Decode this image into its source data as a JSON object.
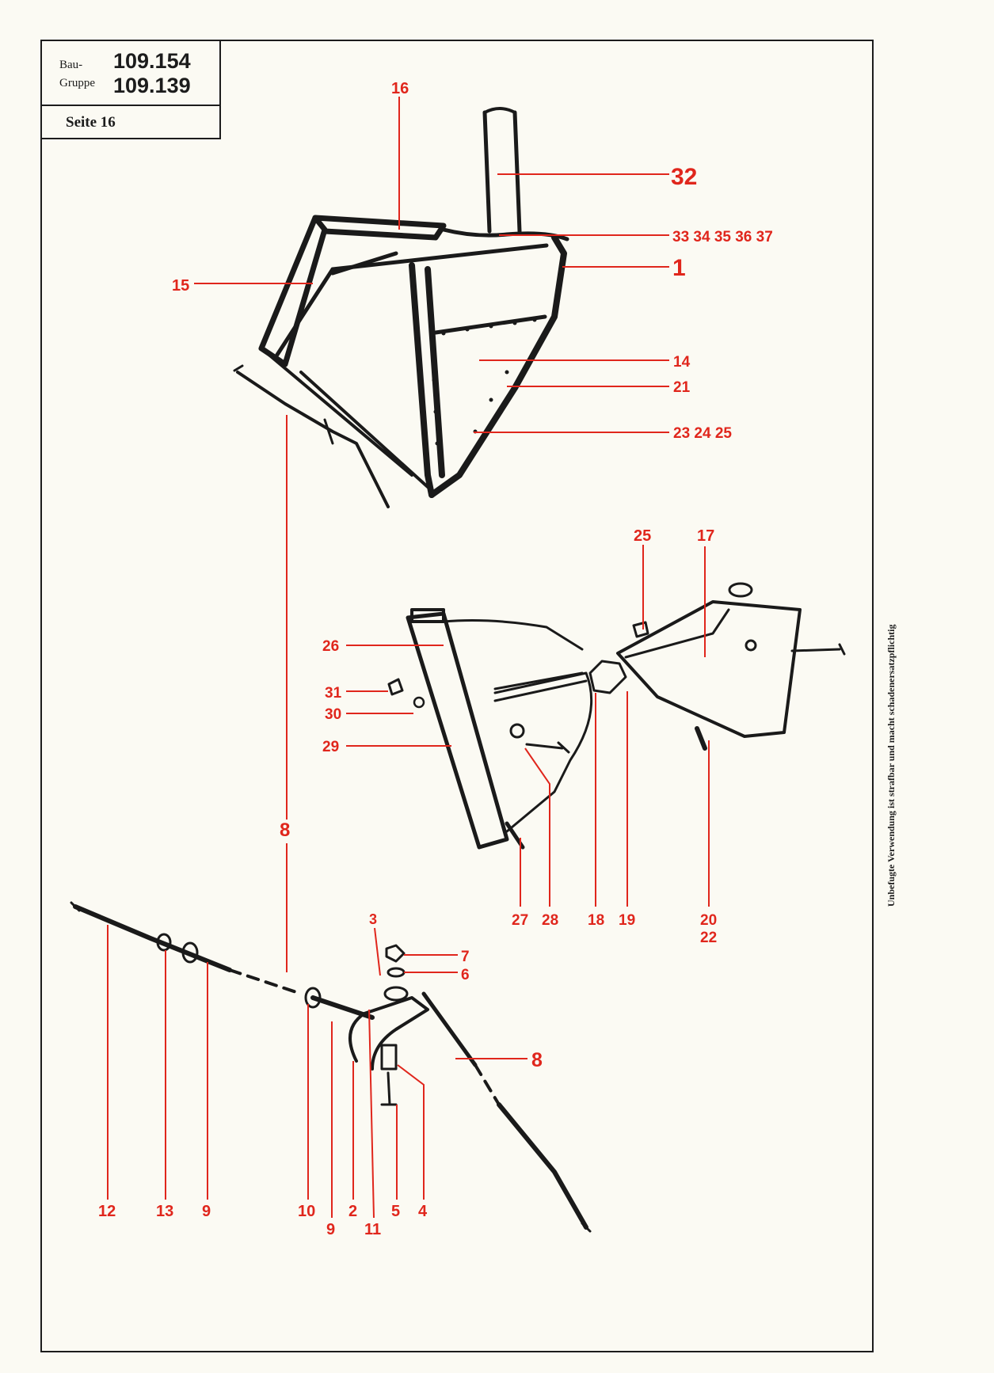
{
  "header": {
    "bau_label": "Bau-",
    "gruppe_label": "Gruppe",
    "group_number_1": "109.154",
    "group_number_2": "109.139",
    "page_label": "Seite 16"
  },
  "side_note": "Unbefugte Verwendung ist strafbar und macht schadenersatzpflichtig",
  "colors": {
    "callout": "#e0261c",
    "ink": "#1a1a1a",
    "paper": "#fbfaf3"
  },
  "callouts": {
    "c16": "16",
    "c32": "32",
    "c33_37": "33  34  35  36  37",
    "c1": "1",
    "c15": "15",
    "c14": "14",
    "c21": "21",
    "c23_25": "23  24  25",
    "c8_mid": "8",
    "c25_top": "25",
    "c17": "17",
    "c26": "26",
    "c31": "31",
    "c30": "30",
    "c29": "29",
    "c27": "27",
    "c28": "28",
    "c18": "18",
    "c19": "19",
    "c20": "20",
    "c22": "22",
    "c3": "3",
    "c7": "7",
    "c6": "6",
    "c8_right": "8",
    "c12": "12",
    "c13": "13",
    "c9_left": "9",
    "c10": "10",
    "c2": "2",
    "c5": "5",
    "c4": "4",
    "c9_bottom": "9",
    "c11": "11"
  }
}
